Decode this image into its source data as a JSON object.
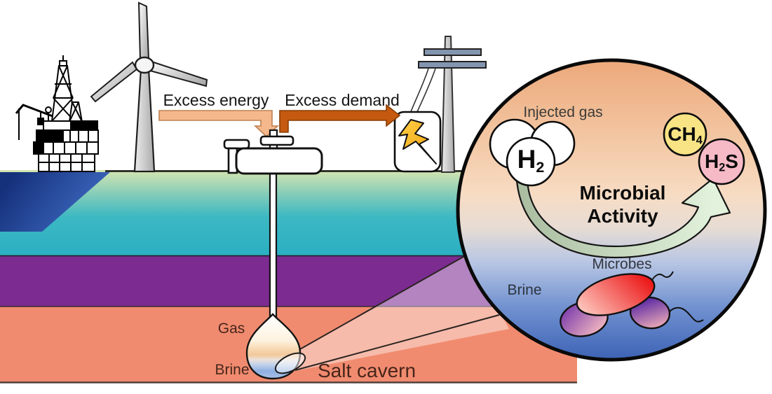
{
  "surface": {
    "excess_energy": "Excess energy",
    "excess_demand": "Excess demand"
  },
  "underground": {
    "gas_label": "Gas",
    "brine_label": "Brine",
    "salt_cavern_label": "Salt cavern"
  },
  "inset": {
    "injected_gas_label": "Injected gas",
    "h2": {
      "base": "H",
      "sub": "2"
    },
    "ch4": {
      "base": "CH",
      "sub": "4"
    },
    "h2s": {
      "base": "H",
      "sub": "2",
      "tail": "S"
    },
    "microbial_line1": "Microbial",
    "microbial_line2": "Activity",
    "microbes_label": "Microbes",
    "brine_label": "Brine"
  },
  "colors": {
    "excess_energy_arrow": "#f4b88c",
    "excess_demand_arrow": "#c4590f",
    "sea_navy": "#16317c",
    "grass_green": "#d6e5b0",
    "water_teal": "#2bafc3",
    "rock_purple": "#7c2b91",
    "salt_salmon": "#f18b6f",
    "inset_top_peach": "#eca87a",
    "inset_bottom_blue": "#3c62b5",
    "conversion_arrow_green": "#cfe0c2",
    "ch4_yellow": "#f8e385",
    "h2s_pink": "#f6bac7",
    "microbe_red": "#ec1b1b",
    "microbe_purple": "#7b3eaa",
    "lightning_yellow": "#ffc832"
  }
}
